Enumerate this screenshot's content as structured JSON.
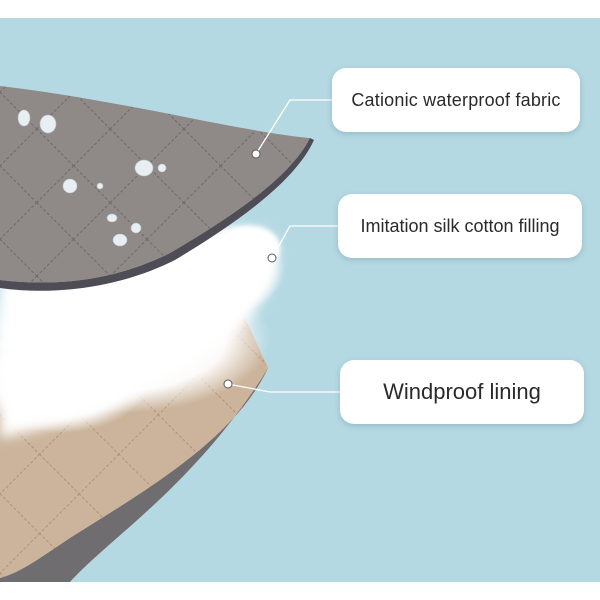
{
  "labels": {
    "top": "Cationic waterproof fabric",
    "middle": "Imitation silk cotton filling",
    "bottom": "Windproof lining"
  },
  "colors": {
    "background": "#b5d9e3",
    "outer_fabric": "#8d8885",
    "filling": "#ffffff",
    "lining": "#c9b299",
    "leader_line": "#ffffff"
  }
}
